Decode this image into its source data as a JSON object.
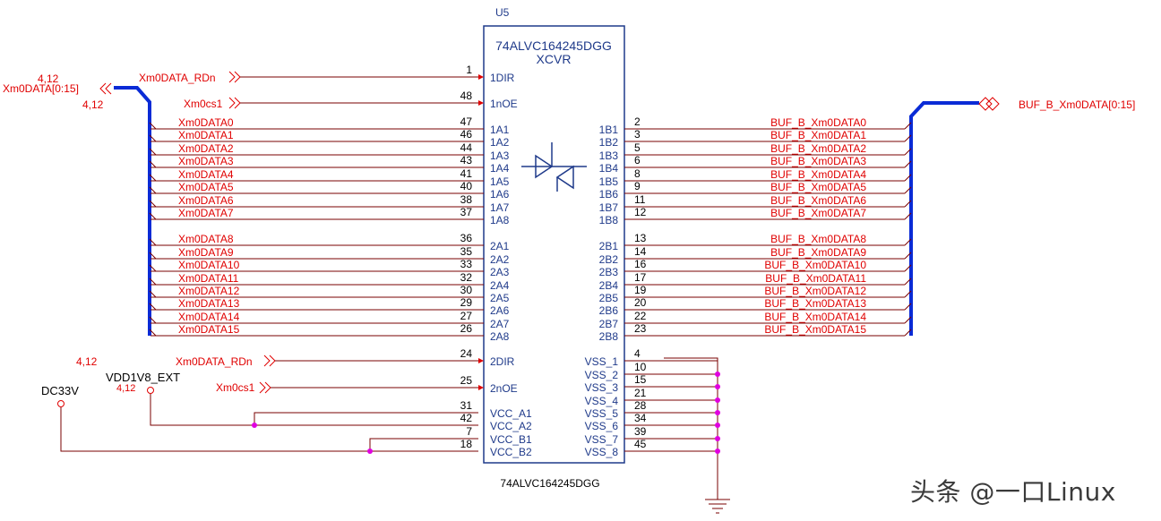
{
  "chip": {
    "refdes": "U5",
    "part": "74ALVC164245DGG",
    "type": "XCVR",
    "bottom_label": "74ALVC164245DGG"
  },
  "colors": {
    "wire": "#7a0000",
    "net_label": "#e00000",
    "pin_name": "#1f3a8a",
    "pin_num": "#000000",
    "body": "#1f3a8a",
    "bus": "#0a2bd6",
    "junction": "#e000e0",
    "power": "#7a0000"
  },
  "left_ports": {
    "bus_name": "Xm0DATA[0:15]",
    "bus_ref_a": "4,12",
    "bus_ref_b": "4,12",
    "rdn_top": "Xm0DATA_RDn",
    "cs1_top": "Xm0cs1",
    "rdn_bottom": "Xm0DATA_RDn",
    "rdn_bottom_ref": "4,12",
    "cs1_bottom": "Xm0cs1"
  },
  "right_ports": {
    "bus_name": "BUF_B_Xm0DATA[0:15]"
  },
  "power": {
    "vdd_label": "VDD1V8_EXT",
    "vdd_ref": "4,12",
    "dc_label": "DC33V"
  },
  "left_pins": [
    {
      "num": "1",
      "name": "1DIR",
      "net": "Xm0DATA_RDn"
    },
    {
      "num": "48",
      "name": "1nOE",
      "net": "Xm0cs1"
    },
    {
      "num": "47",
      "name": "1A1",
      "net": "Xm0DATA0"
    },
    {
      "num": "46",
      "name": "1A2",
      "net": "Xm0DATA1"
    },
    {
      "num": "44",
      "name": "1A3",
      "net": "Xm0DATA2"
    },
    {
      "num": "43",
      "name": "1A4",
      "net": "Xm0DATA3"
    },
    {
      "num": "41",
      "name": "1A5",
      "net": "Xm0DATA4"
    },
    {
      "num": "40",
      "name": "1A6",
      "net": "Xm0DATA5"
    },
    {
      "num": "38",
      "name": "1A7",
      "net": "Xm0DATA6"
    },
    {
      "num": "37",
      "name": "1A8",
      "net": "Xm0DATA7"
    },
    {
      "num": "36",
      "name": "2A1",
      "net": "Xm0DATA8"
    },
    {
      "num": "35",
      "name": "2A2",
      "net": "Xm0DATA9"
    },
    {
      "num": "33",
      "name": "2A3",
      "net": "Xm0DATA10"
    },
    {
      "num": "32",
      "name": "2A4",
      "net": "Xm0DATA11"
    },
    {
      "num": "30",
      "name": "2A5",
      "net": "Xm0DATA12"
    },
    {
      "num": "29",
      "name": "2A6",
      "net": "Xm0DATA13"
    },
    {
      "num": "27",
      "name": "2A7",
      "net": "Xm0DATA14"
    },
    {
      "num": "26",
      "name": "2A8",
      "net": "Xm0DATA15"
    },
    {
      "num": "24",
      "name": "2DIR",
      "net": "Xm0DATA_RDn"
    },
    {
      "num": "25",
      "name": "2nOE",
      "net": "Xm0cs1"
    },
    {
      "num": "31",
      "name": "VCC_A1",
      "net": ""
    },
    {
      "num": "42",
      "name": "VCC_A2",
      "net": ""
    },
    {
      "num": "7",
      "name": "VCC_B1",
      "net": ""
    },
    {
      "num": "18",
      "name": "VCC_B2",
      "net": ""
    }
  ],
  "right_pins": [
    {
      "num": "2",
      "name": "1B1",
      "net": "BUF_B_Xm0DATA0"
    },
    {
      "num": "3",
      "name": "1B2",
      "net": "BUF_B_Xm0DATA1"
    },
    {
      "num": "5",
      "name": "1B3",
      "net": "BUF_B_Xm0DATA2"
    },
    {
      "num": "6",
      "name": "1B4",
      "net": "BUF_B_Xm0DATA3"
    },
    {
      "num": "8",
      "name": "1B5",
      "net": "BUF_B_Xm0DATA4"
    },
    {
      "num": "9",
      "name": "1B6",
      "net": "BUF_B_Xm0DATA5"
    },
    {
      "num": "11",
      "name": "1B7",
      "net": "BUF_B_Xm0DATA6"
    },
    {
      "num": "12",
      "name": "1B8",
      "net": "BUF_B_Xm0DATA7"
    },
    {
      "num": "13",
      "name": "2B1",
      "net": "BUF_B_Xm0DATA8"
    },
    {
      "num": "14",
      "name": "2B2",
      "net": "BUF_B_Xm0DATA9"
    },
    {
      "num": "16",
      "name": "2B3",
      "net": "BUF_B_Xm0DATA10"
    },
    {
      "num": "17",
      "name": "2B4",
      "net": "BUF_B_Xm0DATA11"
    },
    {
      "num": "19",
      "name": "2B5",
      "net": "BUF_B_Xm0DATA12"
    },
    {
      "num": "20",
      "name": "2B6",
      "net": "BUF_B_Xm0DATA13"
    },
    {
      "num": "22",
      "name": "2B7",
      "net": "BUF_B_Xm0DATA14"
    },
    {
      "num": "23",
      "name": "2B8",
      "net": "BUF_B_Xm0DATA15"
    },
    {
      "num": "4",
      "name": "VSS_1",
      "net": ""
    },
    {
      "num": "10",
      "name": "VSS_2",
      "net": ""
    },
    {
      "num": "15",
      "name": "VSS_3",
      "net": ""
    },
    {
      "num": "21",
      "name": "VSS_4",
      "net": ""
    },
    {
      "num": "28",
      "name": "VSS_5",
      "net": ""
    },
    {
      "num": "34",
      "name": "VSS_6",
      "net": ""
    },
    {
      "num": "39",
      "name": "VSS_7",
      "net": ""
    },
    {
      "num": "45",
      "name": "VSS_8",
      "net": ""
    }
  ],
  "watermark": "头条 @一口Linux"
}
